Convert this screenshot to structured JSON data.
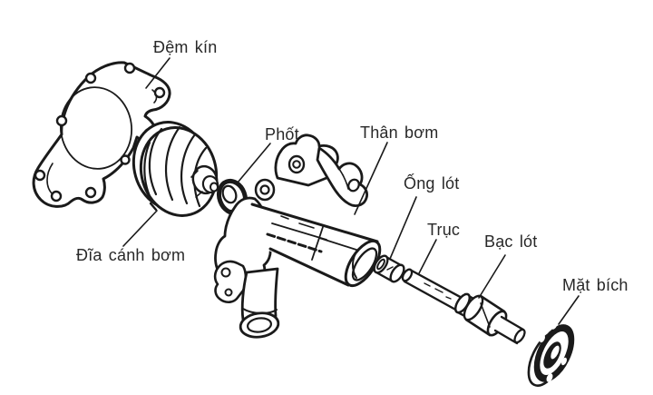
{
  "diagram": {
    "kind": "exploded-parts-line-drawing",
    "labels": [
      {
        "id": "dem-kin",
        "text": "Đệm kín"
      },
      {
        "id": "phot",
        "text": "Phốt"
      },
      {
        "id": "than-bom",
        "text": "Thân bơm"
      },
      {
        "id": "ong-lot",
        "text": "Ống lót"
      },
      {
        "id": "truc",
        "text": "Trục"
      },
      {
        "id": "bac-lot",
        "text": "Bạc lót"
      },
      {
        "id": "mat-bich",
        "text": "Mặt bích"
      },
      {
        "id": "dia-canh-bom",
        "text": "Đĩa cánh bơm"
      }
    ],
    "colors": {
      "line": "#1a1a1a",
      "text": "#282828",
      "background": "#ffffff"
    }
  }
}
